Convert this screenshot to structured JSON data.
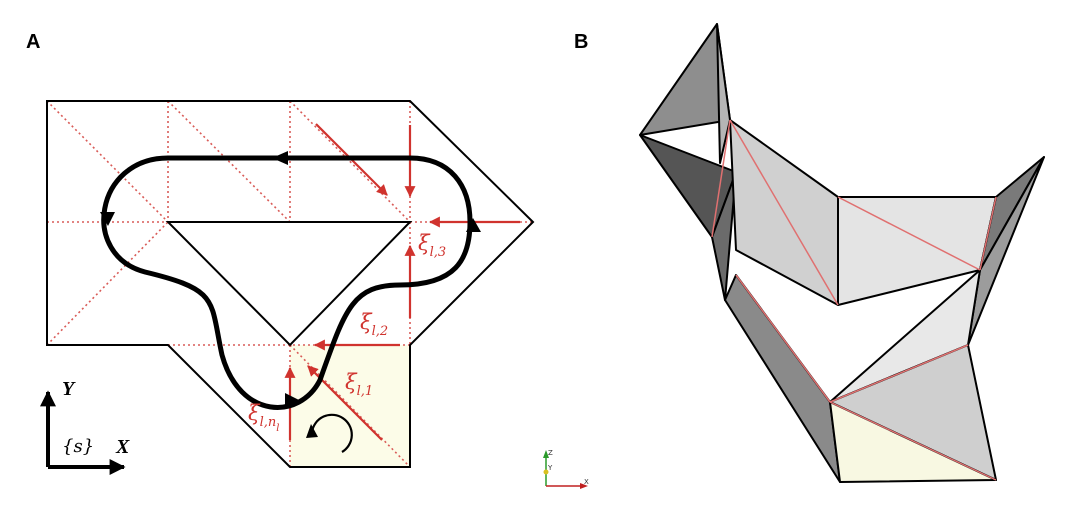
{
  "panels": {
    "a_label": "A",
    "b_label": "B"
  },
  "panel_a": {
    "axis_y": "Y",
    "axis_x": "X",
    "frame": "{s}",
    "xi_labels": [
      {
        "base": "ξ",
        "sub": "l,3"
      },
      {
        "base": "ξ",
        "sub": "l,2"
      },
      {
        "base": "ξ",
        "sub": "l,1"
      },
      {
        "base": "ξ",
        "sub": "l,n"
      }
    ],
    "xi_nl_subsub": "l"
  },
  "panel_b": {
    "triad_labels": {
      "z": "Z",
      "y": "Y",
      "x": "X"
    }
  },
  "colors": {
    "crease": "#d95c58",
    "arrow": "#d0332e",
    "base_face": "#fcfce8"
  }
}
